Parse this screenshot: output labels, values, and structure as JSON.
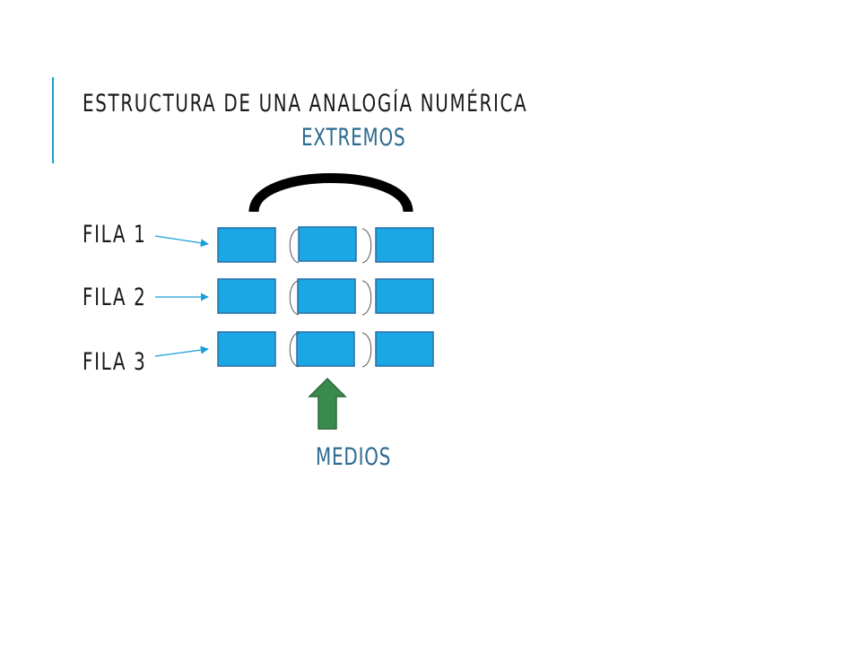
{
  "slide": {
    "title": "ESTRUCTURA DE UNA ANALOGÍA NUMÉRICA"
  },
  "diagram": {
    "extremes_label": "EXTREMOS",
    "means_label": "MEDIOS",
    "rows": [
      {
        "label": "FILA 1"
      },
      {
        "label": "FILA 2"
      },
      {
        "label": "FILA 3"
      }
    ]
  },
  "colors": {
    "accent_bar": "#1aa0c8",
    "box_fill": "#1aa7e3",
    "box_stroke": "#2a6ea6",
    "pointer_arrow": "#1aa0d8",
    "means_arrow_fill": "#3a8a4e",
    "means_arrow_stroke": "#2a6a3a",
    "label_blue": "#2b6a8f"
  },
  "icons": {
    "arc": "curved-bracket-arc",
    "means_arrow": "up-arrow-icon"
  }
}
